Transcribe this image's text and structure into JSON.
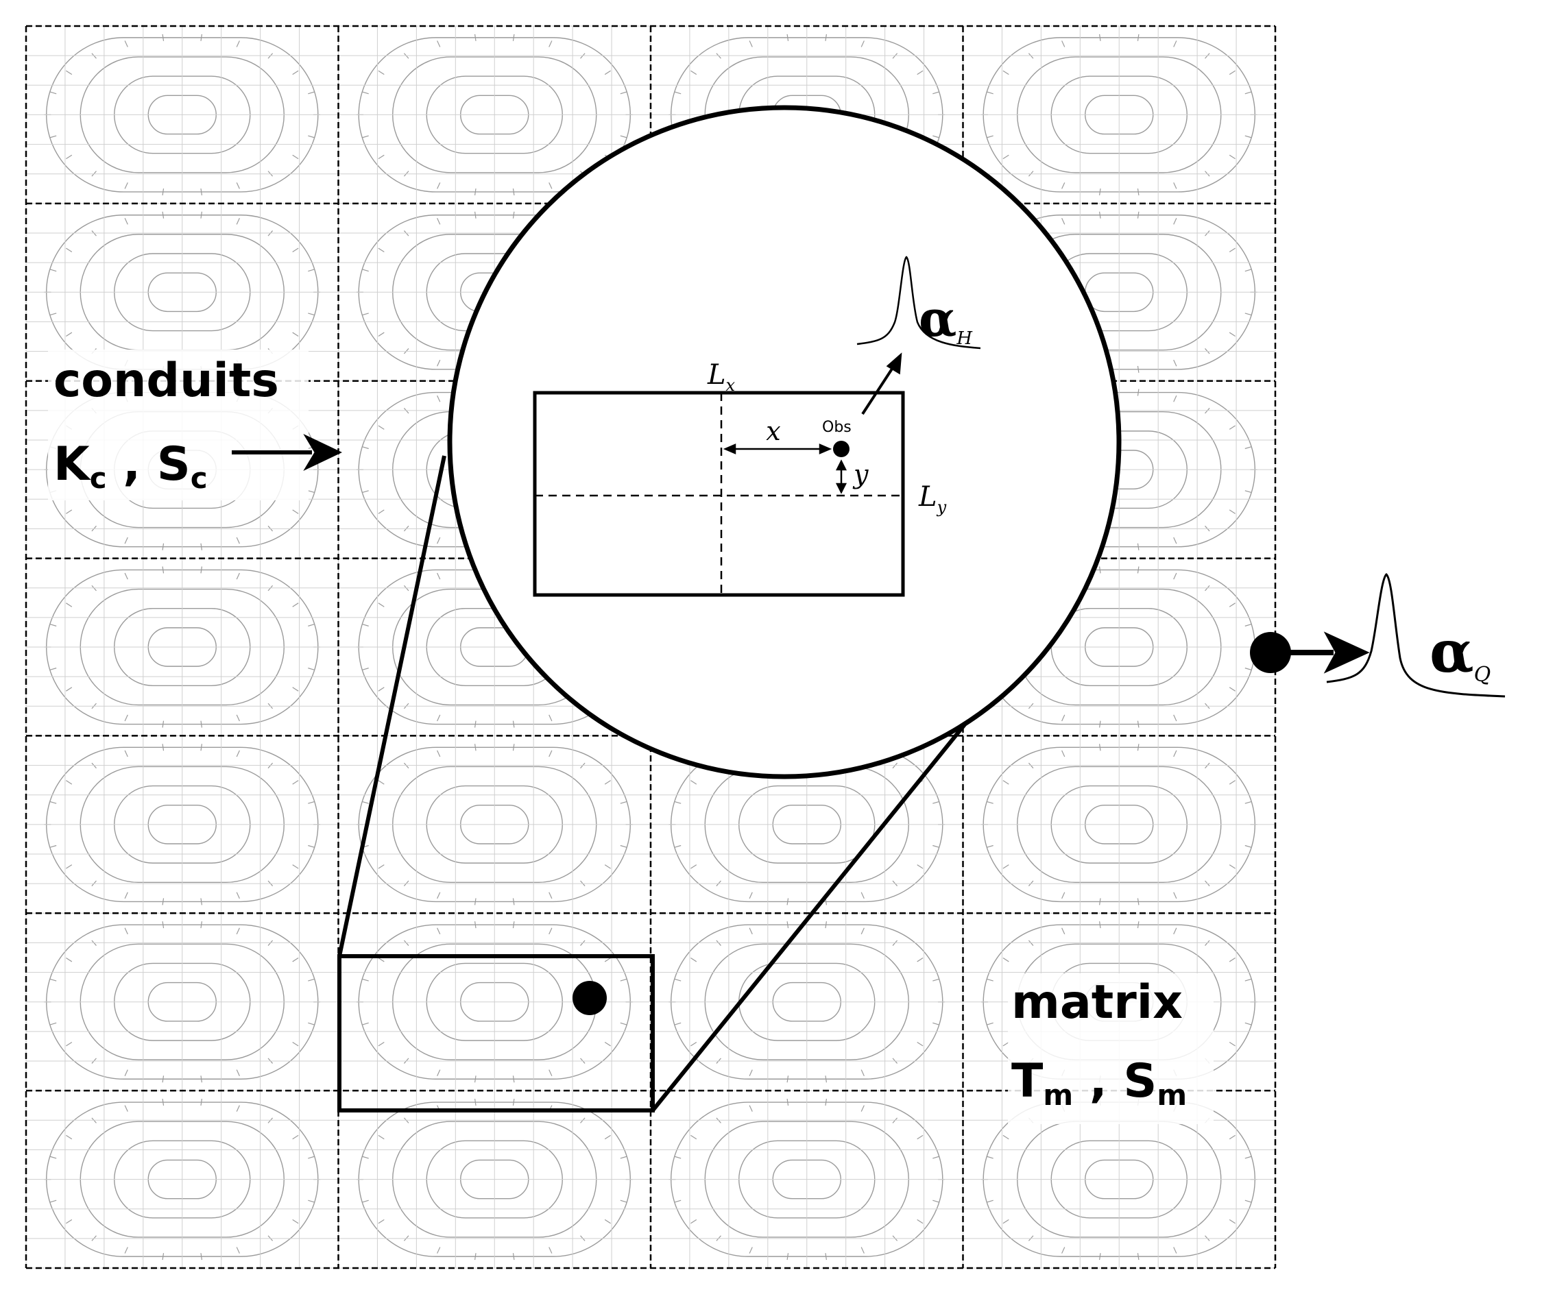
{
  "labels": {
    "conduits_title": "conduits",
    "conduits_K": "K",
    "conduits_K_sub": "c",
    "conduits_sep": " , ",
    "conduits_S": "S",
    "conduits_S_sub": "c",
    "matrix_title": "matrix",
    "matrix_T": "T",
    "matrix_T_sub": "m",
    "matrix_sep": " , ",
    "matrix_S": "S",
    "matrix_S_sub": "m",
    "Lx_main": "L",
    "Lx_sub": "x",
    "Ly_main": "L",
    "Ly_sub": "y",
    "x_label": "x",
    "y_label": "y",
    "obs_label": "Obs",
    "alphaH_main": "α",
    "alphaH_sub": "H",
    "alphaQ_main": "α",
    "alphaQ_sub": "Q"
  },
  "grid": {
    "columns": 4,
    "rows": 7
  },
  "colors": {
    "line": "#000000",
    "mesh": "#9a9a9a",
    "background": "#ffffff"
  }
}
